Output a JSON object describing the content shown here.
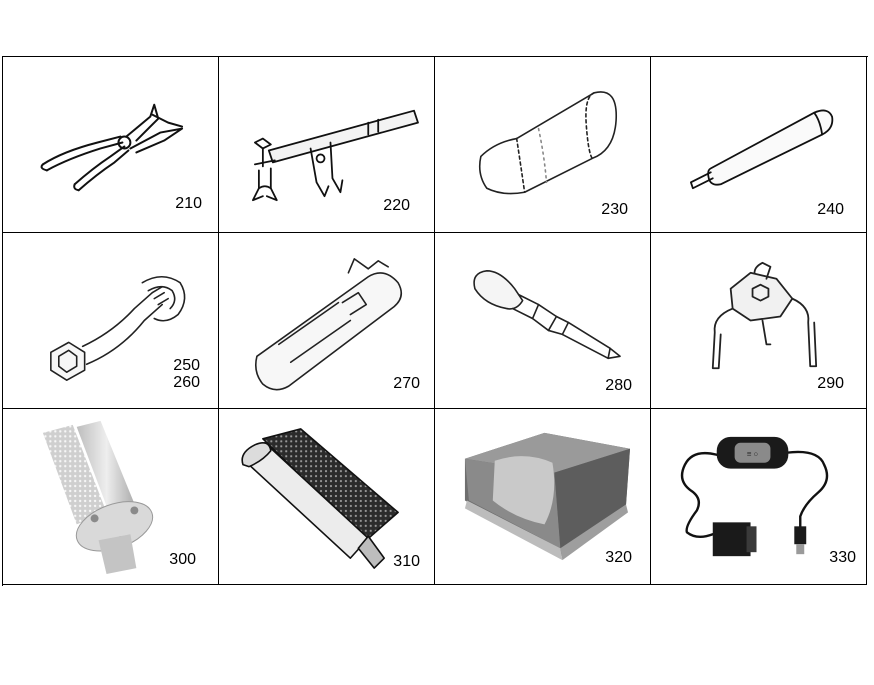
{
  "cells": [
    {
      "id": "210",
      "labels": [
        "210"
      ],
      "icon": "pliers-icon"
    },
    {
      "id": "220",
      "labels": [
        "220"
      ],
      "icon": "gear-puller-icon"
    },
    {
      "id": "230",
      "labels": [
        "230"
      ],
      "icon": "cylinder-sleeve-icon"
    },
    {
      "id": "240",
      "labels": [
        "240"
      ],
      "icon": "rod-tool-icon"
    },
    {
      "id": "250-260",
      "labels": [
        "250",
        "260"
      ],
      "icon": "flare-nut-wrench-icon"
    },
    {
      "id": "270",
      "labels": [
        "270"
      ],
      "icon": "slotted-socket-icon"
    },
    {
      "id": "280",
      "labels": [
        "280"
      ],
      "icon": "punch-driver-icon"
    },
    {
      "id": "290",
      "labels": [
        "290"
      ],
      "icon": "three-leg-filter-wrench-icon"
    },
    {
      "id": "300",
      "labels": [
        "300"
      ],
      "icon": "knurled-roller-icon"
    },
    {
      "id": "310",
      "labels": [
        "310"
      ],
      "icon": "brush-roller-icon"
    },
    {
      "id": "320",
      "labels": [
        "320"
      ],
      "icon": "parts-box-icon"
    },
    {
      "id": "330",
      "labels": [
        "330"
      ],
      "icon": "usb-cable-adapter-icon"
    }
  ]
}
